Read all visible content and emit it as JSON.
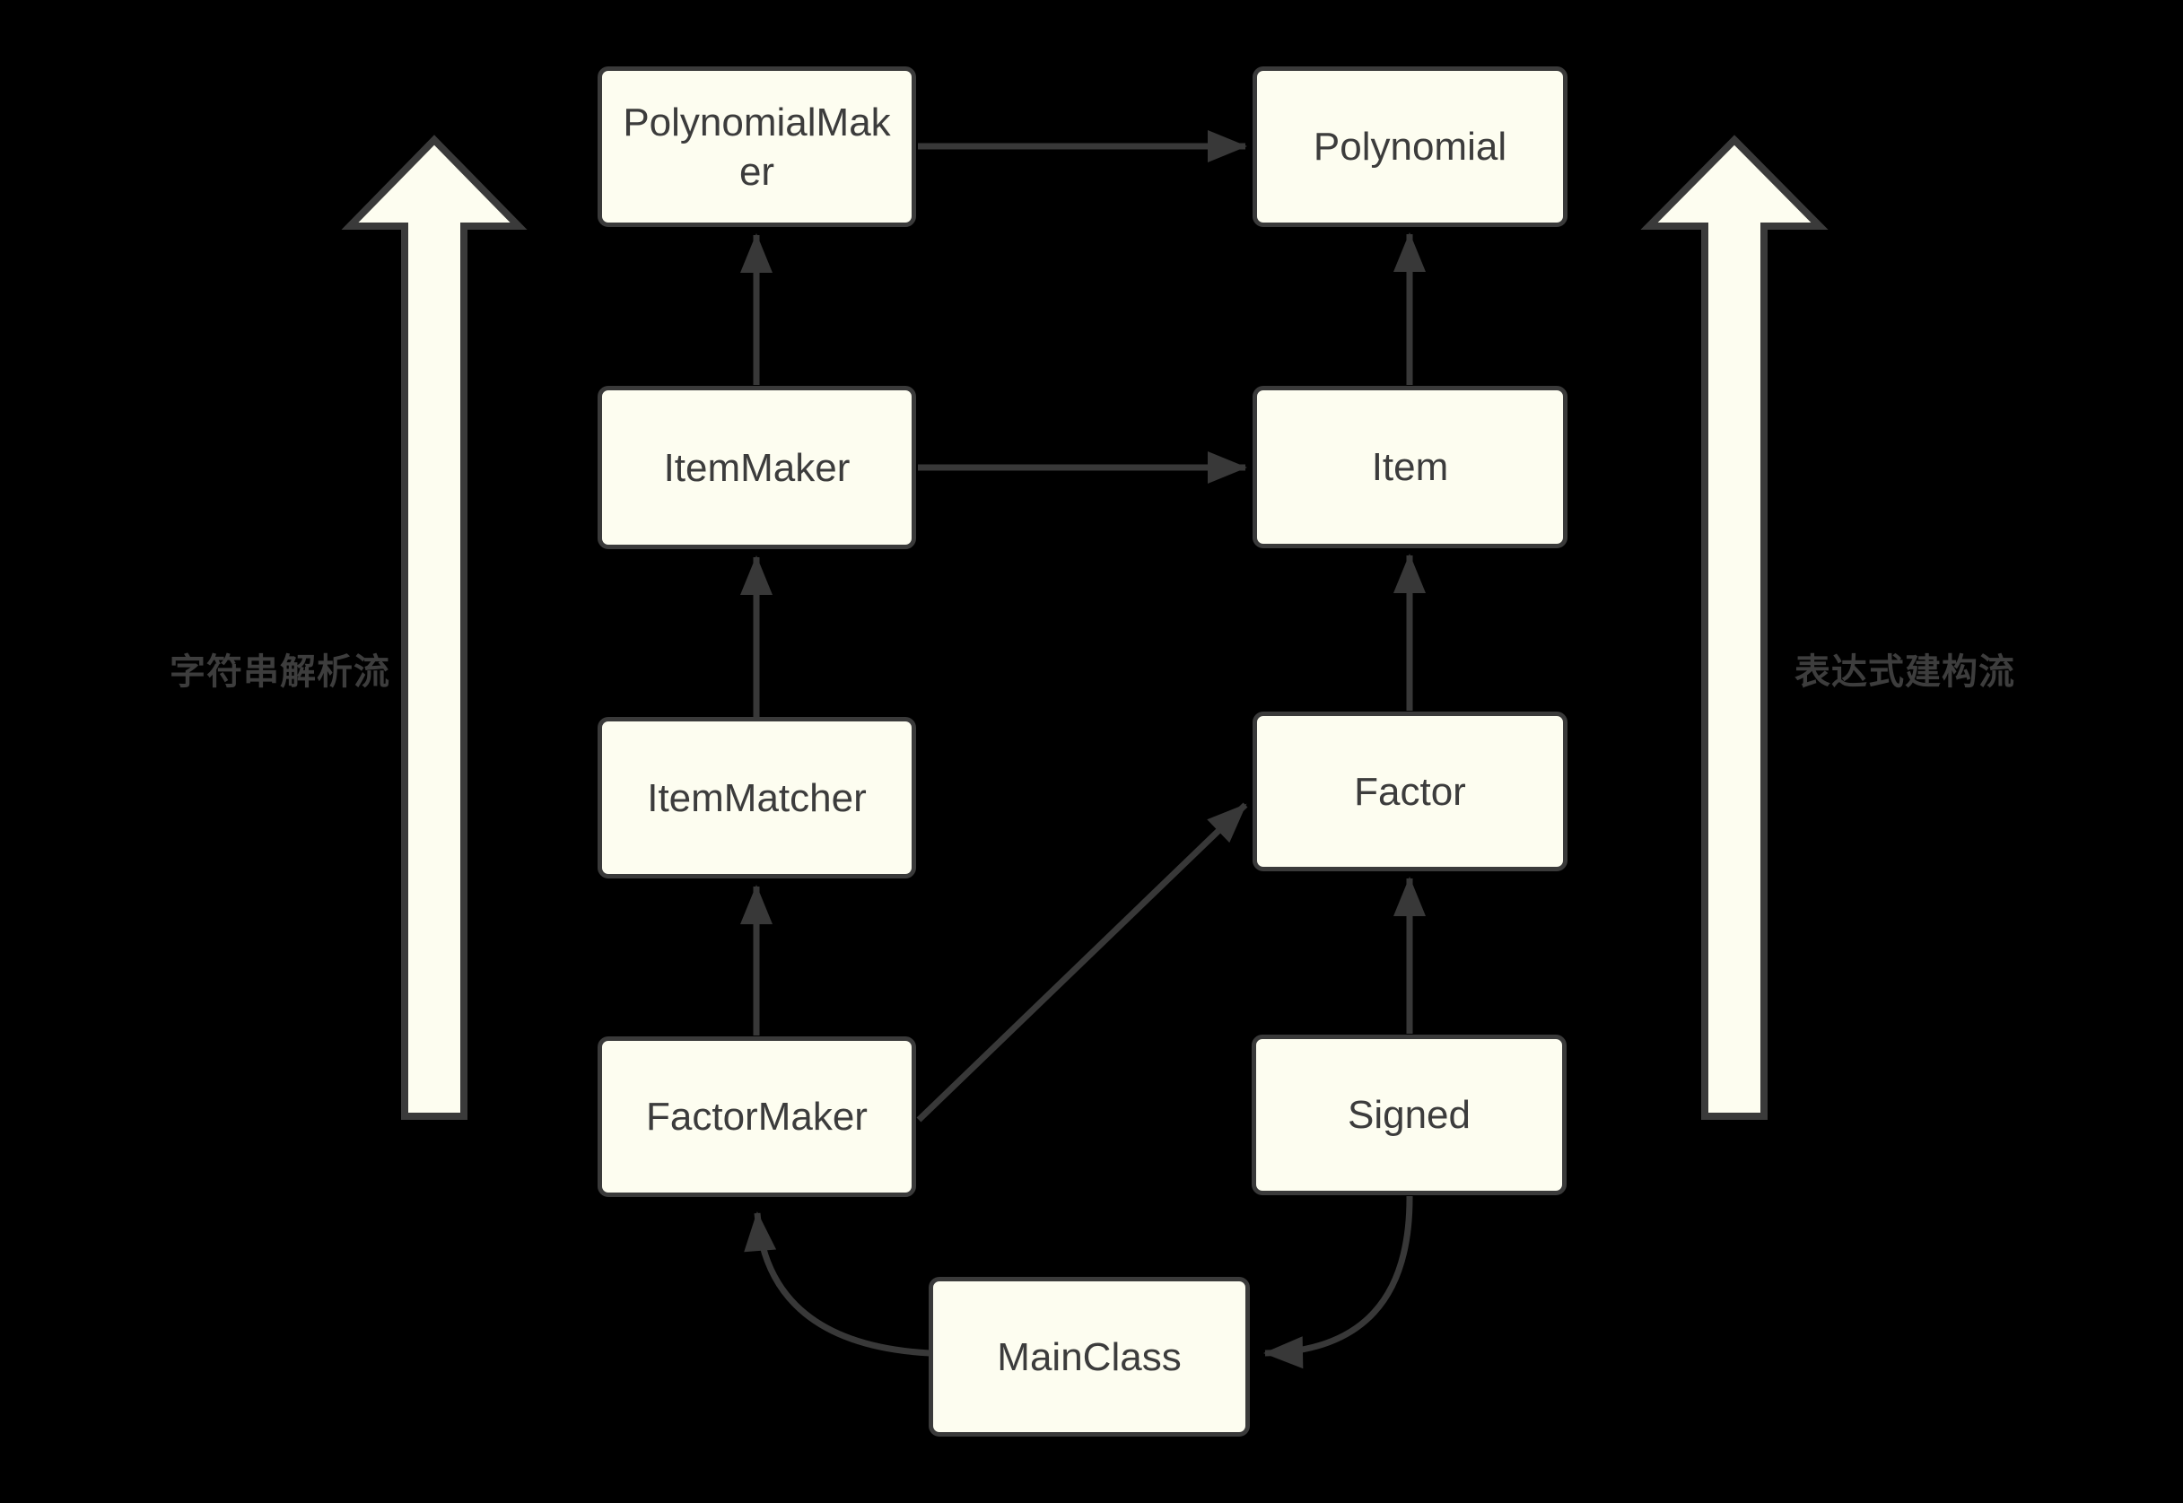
{
  "diagram": {
    "title": "class-dependency-flow-diagram",
    "background_color": "#000000",
    "node_fill_color": "#FDFDF0",
    "node_border_color": "#3A3A3A",
    "connector_color": "#383838",
    "node_text_color": "#3C3C3C",
    "side_labels": {
      "left": "字符串解析流",
      "right": "表达式建构流"
    },
    "nodes": [
      {
        "id": "polynomial-maker",
        "label": "PolynomialMaker"
      },
      {
        "id": "polynomial",
        "label": "Polynomial"
      },
      {
        "id": "item-maker",
        "label": "ItemMaker"
      },
      {
        "id": "item",
        "label": "Item"
      },
      {
        "id": "item-matcher",
        "label": "ItemMatcher"
      },
      {
        "id": "factor",
        "label": "Factor"
      },
      {
        "id": "factor-maker",
        "label": "FactorMaker"
      },
      {
        "id": "signed",
        "label": "Signed"
      },
      {
        "id": "main-class",
        "label": "MainClass"
      }
    ],
    "edges": [
      {
        "from": "PolynomialMaker",
        "to": "Polynomial"
      },
      {
        "from": "ItemMaker",
        "to": "PolynomialMaker"
      },
      {
        "from": "ItemMaker",
        "to": "Item"
      },
      {
        "from": "Item",
        "to": "Polynomial"
      },
      {
        "from": "ItemMatcher",
        "to": "ItemMaker"
      },
      {
        "from": "Factor",
        "to": "Item"
      },
      {
        "from": "FactorMaker",
        "to": "ItemMatcher"
      },
      {
        "from": "FactorMaker",
        "to": "Factor"
      },
      {
        "from": "Signed",
        "to": "Factor"
      },
      {
        "from": "MainClass",
        "to": "FactorMaker"
      },
      {
        "from": "Signed",
        "to": "MainClass"
      }
    ]
  }
}
